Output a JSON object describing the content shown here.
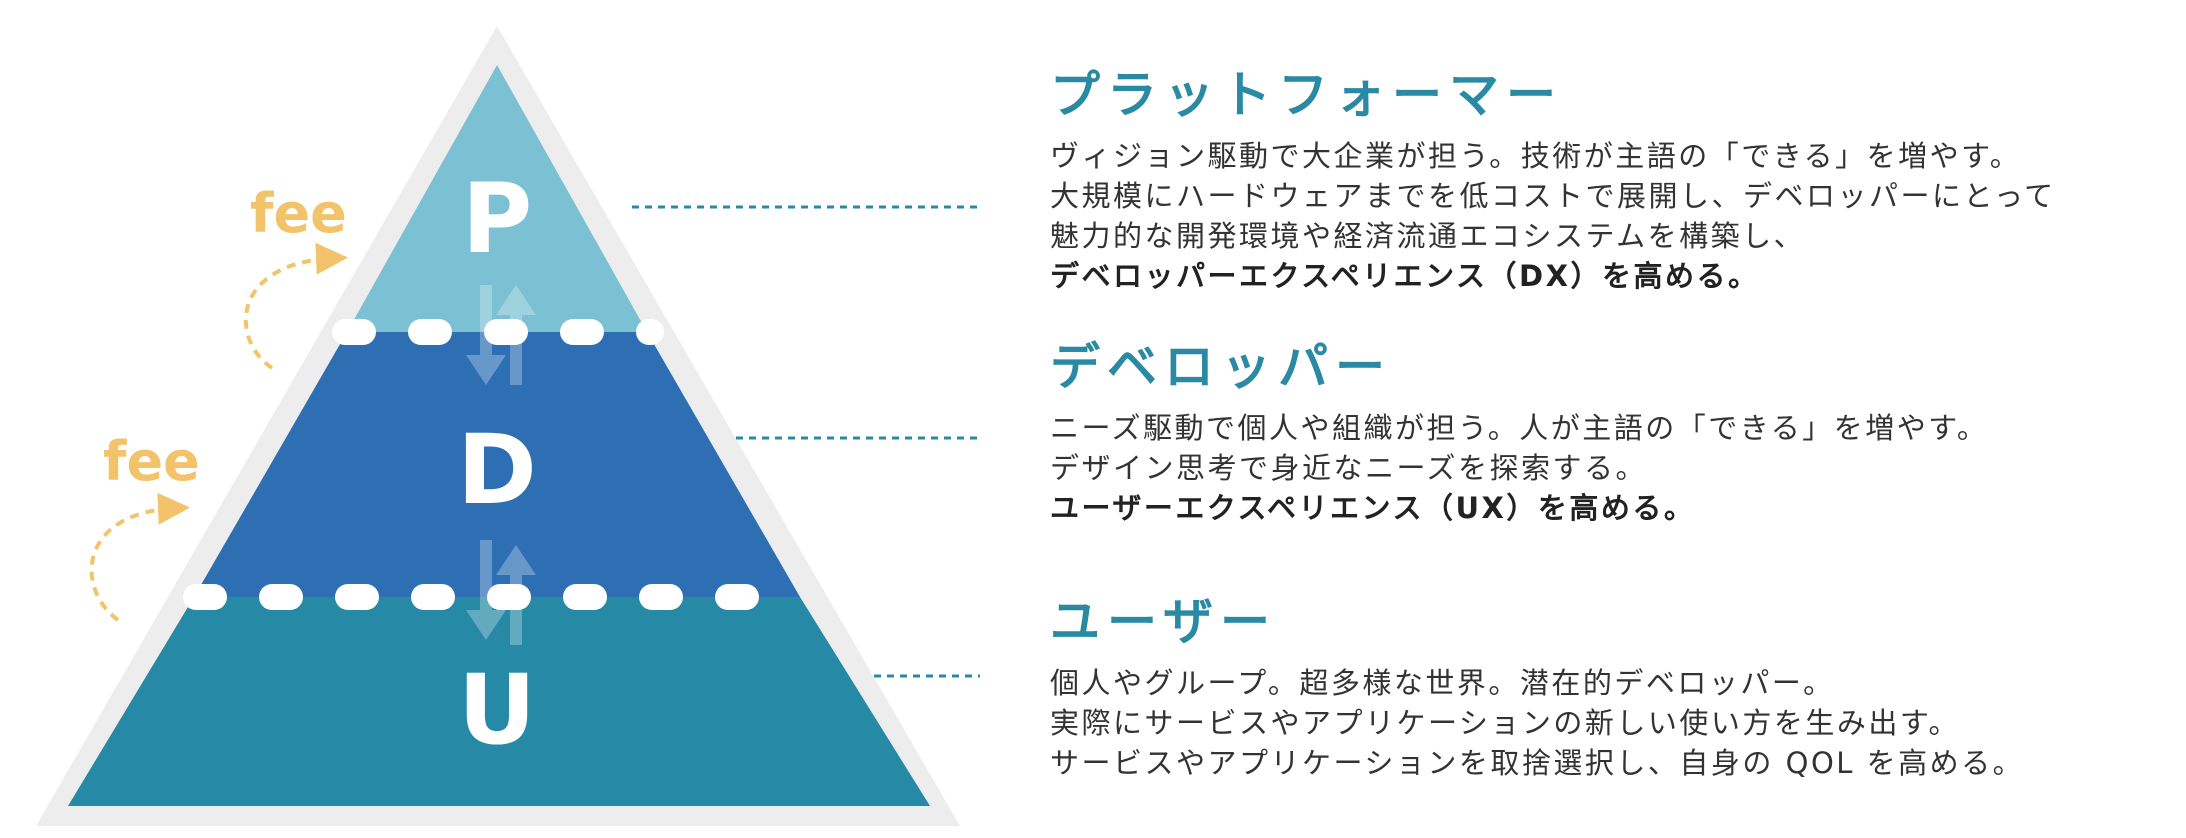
{
  "tiers": {
    "p": "P",
    "d": "D",
    "u": "U"
  },
  "fee_labels": [
    "fee",
    "fee"
  ],
  "colors": {
    "tier_p": "#7cc0d3",
    "tier_d": "#2e6fb4",
    "tier_u": "#268aa6",
    "outline": "#ededed",
    "fee": "#f3c36b",
    "title": "#2a8aa3",
    "leader": "#2a8aa3"
  },
  "sections": {
    "platformer": {
      "title": "プラットフォーマー",
      "lines": [
        "ヴィジョン駆動で大企業が担う。技術が主語の「できる」を増やす。",
        "大規模にハードウェアまでを低コストで展開し、デベロッパーにとって",
        "魅力的な開発環境や経済流通エコシステムを構築し、"
      ],
      "emphasis": "デベロッパーエクスペリエンス（DX）を高める。"
    },
    "developer": {
      "title": "デベロッパー",
      "lines": [
        "ニーズ駆動で個人や組織が担う。人が主語の「できる」を増やす。",
        "デザイン思考で身近なニーズを探索する。"
      ],
      "emphasis": "ユーザーエクスペリエンス（UX）を高める。"
    },
    "user": {
      "title": "ユーザー",
      "lines": [
        "個人やグループ。超多様な世界。潜在的デベロッパー。",
        "実際にサービスやアプリケーションの新しい使い方を生み出す。",
        "サービスやアプリケーションを取捨選択し、自身の QOL を高める。"
      ]
    }
  }
}
